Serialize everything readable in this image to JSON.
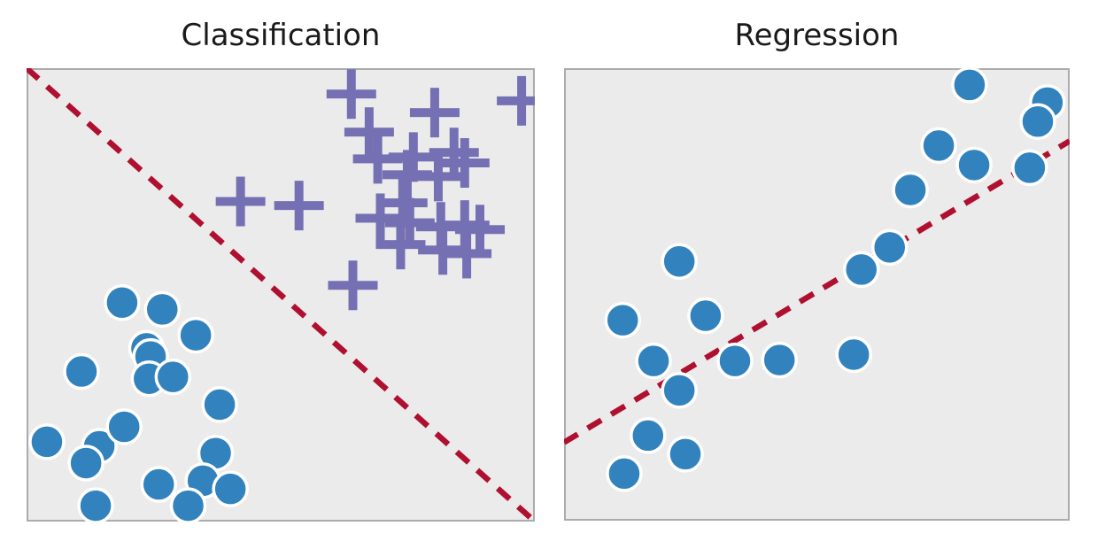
{
  "figure": {
    "background": "#ffffff"
  },
  "style": {
    "panel_bg": "#ebebeb",
    "panel_border": "#ababab",
    "panel_border_width": 2,
    "circle_radius": 19,
    "circle_edge_width": 3.5,
    "plus_half": 28,
    "plus_thickness": 10,
    "line_width": 6.5,
    "dash_pattern": "18 13",
    "title_color": "#1a1a1a"
  },
  "chart_data": [
    {
      "type": "scatter",
      "title": "Classification",
      "xlabel": "",
      "ylabel": "",
      "axis_ticks_visible": false,
      "grid": false,
      "xlim": [
        0,
        1
      ],
      "ylim": [
        0,
        1
      ],
      "line": {
        "name": "decision-boundary-line",
        "style": "dashed",
        "color": "#b01030",
        "from": [
          0.0,
          1.0
        ],
        "to": [
          1.0,
          0.0
        ]
      },
      "series": [
        {
          "name": "class-circle",
          "marker": "circle",
          "color": "#3182bd",
          "edge_color": "#ffffff",
          "points": [
            [
              0.188,
              0.483
            ],
            [
              0.267,
              0.468
            ],
            [
              0.333,
              0.411
            ],
            [
              0.108,
              0.331
            ],
            [
              0.236,
              0.382
            ],
            [
              0.244,
              0.364
            ],
            [
              0.241,
              0.315
            ],
            [
              0.288,
              0.319
            ],
            [
              0.38,
              0.258
            ],
            [
              0.04,
              0.176
            ],
            [
              0.143,
              0.166
            ],
            [
              0.192,
              0.209
            ],
            [
              0.117,
              0.129
            ],
            [
              0.372,
              0.151
            ],
            [
              0.347,
              0.09
            ],
            [
              0.401,
              0.072
            ],
            [
              0.26,
              0.082
            ],
            [
              0.318,
              0.035
            ],
            [
              0.136,
              0.035
            ]
          ]
        },
        {
          "name": "class-plus",
          "marker": "plus",
          "color": "#7570b3",
          "points": [
            [
              0.639,
              0.943
            ],
            [
              0.974,
              0.928
            ],
            [
              0.803,
              0.902
            ],
            [
              0.674,
              0.859
            ],
            [
              0.841,
              0.814
            ],
            [
              0.761,
              0.804
            ],
            [
              0.691,
              0.8
            ],
            [
              0.749,
              0.765
            ],
            [
              0.81,
              0.761
            ],
            [
              0.862,
              0.791
            ],
            [
              0.74,
              0.703
            ],
            [
              0.696,
              0.669
            ],
            [
              0.421,
              0.706
            ],
            [
              0.536,
              0.697
            ],
            [
              0.754,
              0.659
            ],
            [
              0.815,
              0.65
            ],
            [
              0.862,
              0.654
            ],
            [
              0.892,
              0.644
            ],
            [
              0.736,
              0.611
            ],
            [
              0.819,
              0.599
            ],
            [
              0.866,
              0.591
            ],
            [
              0.642,
              0.521
            ]
          ]
        }
      ]
    },
    {
      "type": "scatter",
      "title": "Regression",
      "xlabel": "",
      "ylabel": "",
      "axis_ticks_visible": false,
      "grid": false,
      "xlim": [
        0,
        1
      ],
      "ylim": [
        0,
        1
      ],
      "line": {
        "name": "regression-fit-line",
        "style": "dashed",
        "color": "#b01030",
        "from": [
          0.0,
          0.173
        ],
        "to": [
          1.0,
          0.839
        ]
      },
      "series": [
        {
          "name": "sample-circle",
          "marker": "circle",
          "color": "#3182bd",
          "edge_color": "#ffffff",
          "points": [
            [
              0.802,
              0.963
            ],
            [
              0.956,
              0.924
            ],
            [
              0.937,
              0.882
            ],
            [
              0.741,
              0.829
            ],
            [
              0.811,
              0.786
            ],
            [
              0.921,
              0.78
            ],
            [
              0.685,
              0.731
            ],
            [
              0.644,
              0.604
            ],
            [
              0.588,
              0.555
            ],
            [
              0.228,
              0.573
            ],
            [
              0.116,
              0.443
            ],
            [
              0.28,
              0.453
            ],
            [
              0.177,
              0.353
            ],
            [
              0.338,
              0.353
            ],
            [
              0.426,
              0.355
            ],
            [
              0.573,
              0.367
            ],
            [
              0.228,
              0.288
            ],
            [
              0.166,
              0.188
            ],
            [
              0.24,
              0.147
            ],
            [
              0.119,
              0.104
            ]
          ]
        }
      ]
    }
  ]
}
